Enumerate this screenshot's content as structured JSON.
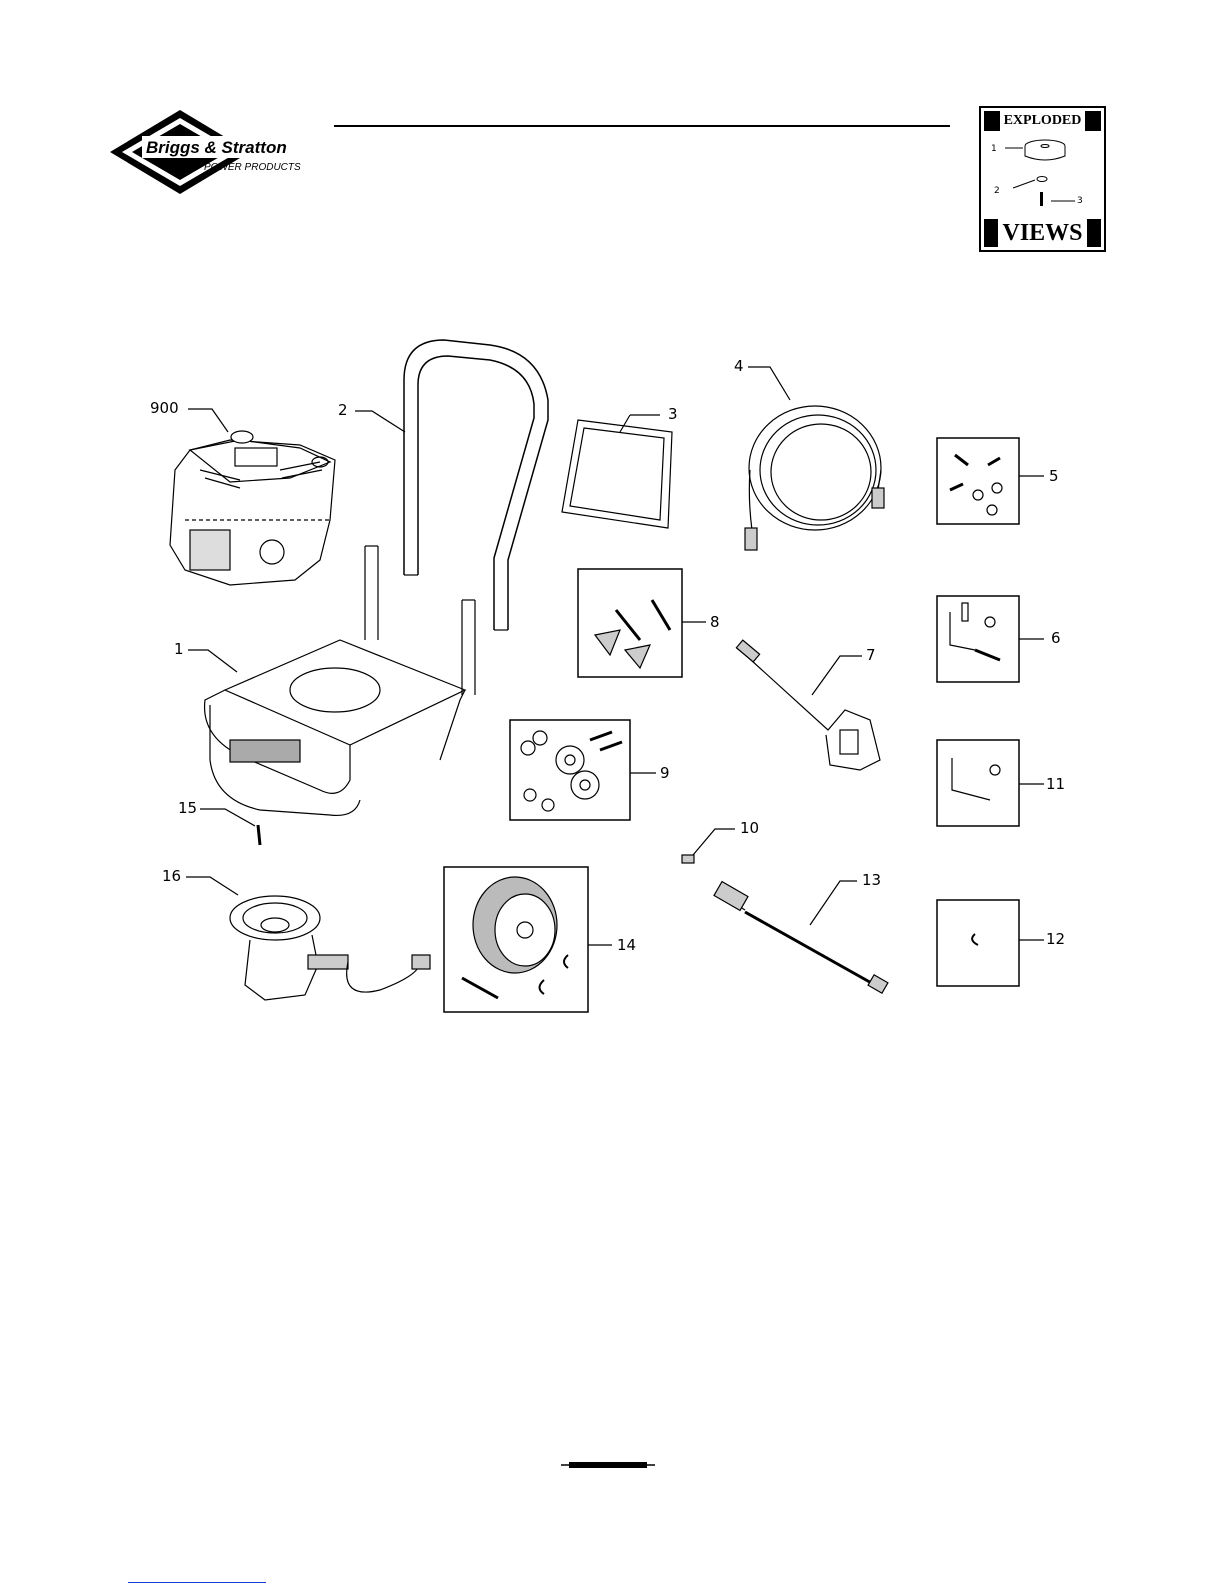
{
  "header": {
    "logo_brand": "Briggs & Stratton",
    "logo_sub": "POWER PRODUCTS",
    "badge_top": "EXPLODED",
    "badge_bottom": "VIEWS",
    "badge_numbers": [
      "1",
      "2",
      "3"
    ]
  },
  "callouts": {
    "c900": "900",
    "c1": "1",
    "c2": "2",
    "c3": "3",
    "c4": "4",
    "c5": "5",
    "c6": "6",
    "c7": "7",
    "c8": "8",
    "c9": "9",
    "c10": "10",
    "c11": "11",
    "c12": "12",
    "c13": "13",
    "c14": "14",
    "c15": "15",
    "c16": "16"
  },
  "colors": {
    "ink": "#000000",
    "link": "#1a3fd6"
  }
}
